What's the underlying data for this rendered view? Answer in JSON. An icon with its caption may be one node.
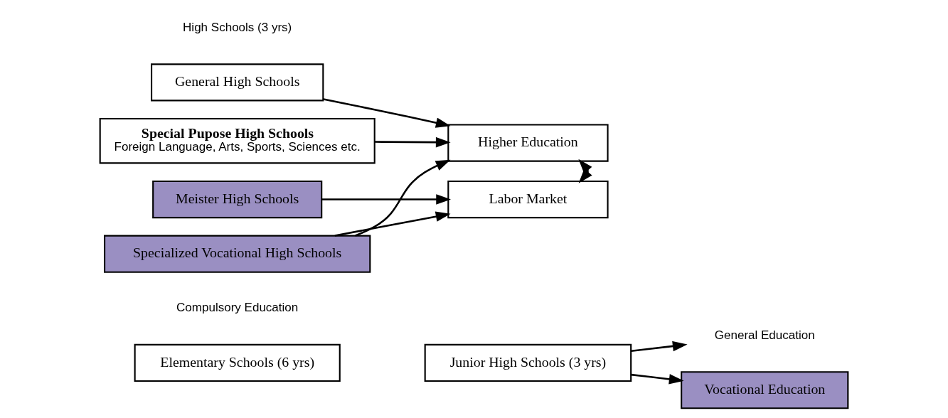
{
  "diagram": {
    "nodes": [
      {
        "text": [
          "Elementary Schools (6 yrs)"
        ]
      },
      {
        "text": [
          "Junior High Schools (3 yrs)"
        ]
      },
      {
        "text": [
          "General Education"
        ]
      },
      {
        "text": [
          "Vocational Education"
        ]
      },
      {
        "text": [
          "General High Schools"
        ]
      },
      {
        "text": [
          "Special Pupose High Schools",
          "Foreign Language, Arts, Sports, Sciences etc."
        ]
      },
      {
        "text": [
          "Meister High Schools"
        ]
      },
      {
        "text": [
          "Specialized Vocational High Schools"
        ]
      },
      {
        "text": [
          "Higher Education"
        ]
      },
      {
        "text": [
          "Labor Market"
        ]
      }
    ],
    "edges": [
      {
        "from": 1,
        "to": 2,
        "arrow": "to"
      },
      {
        "from": 1,
        "to": 3,
        "arrow": "to"
      },
      {
        "from": 4,
        "to": 8,
        "arrow": "to"
      },
      {
        "from": 5,
        "to": 8,
        "arrow": "to"
      },
      {
        "from": 6,
        "to": 9,
        "arrow": "to"
      },
      {
        "from": 7,
        "to": 8,
        "arrow": "to"
      },
      {
        "from": 7,
        "to": 9,
        "arrow": "to"
      },
      {
        "from": 8,
        "to": 9,
        "arrow": "both"
      }
    ],
    "labels": [
      "High Schools (3 yrs)",
      "Compulsory Education"
    ]
  }
}
